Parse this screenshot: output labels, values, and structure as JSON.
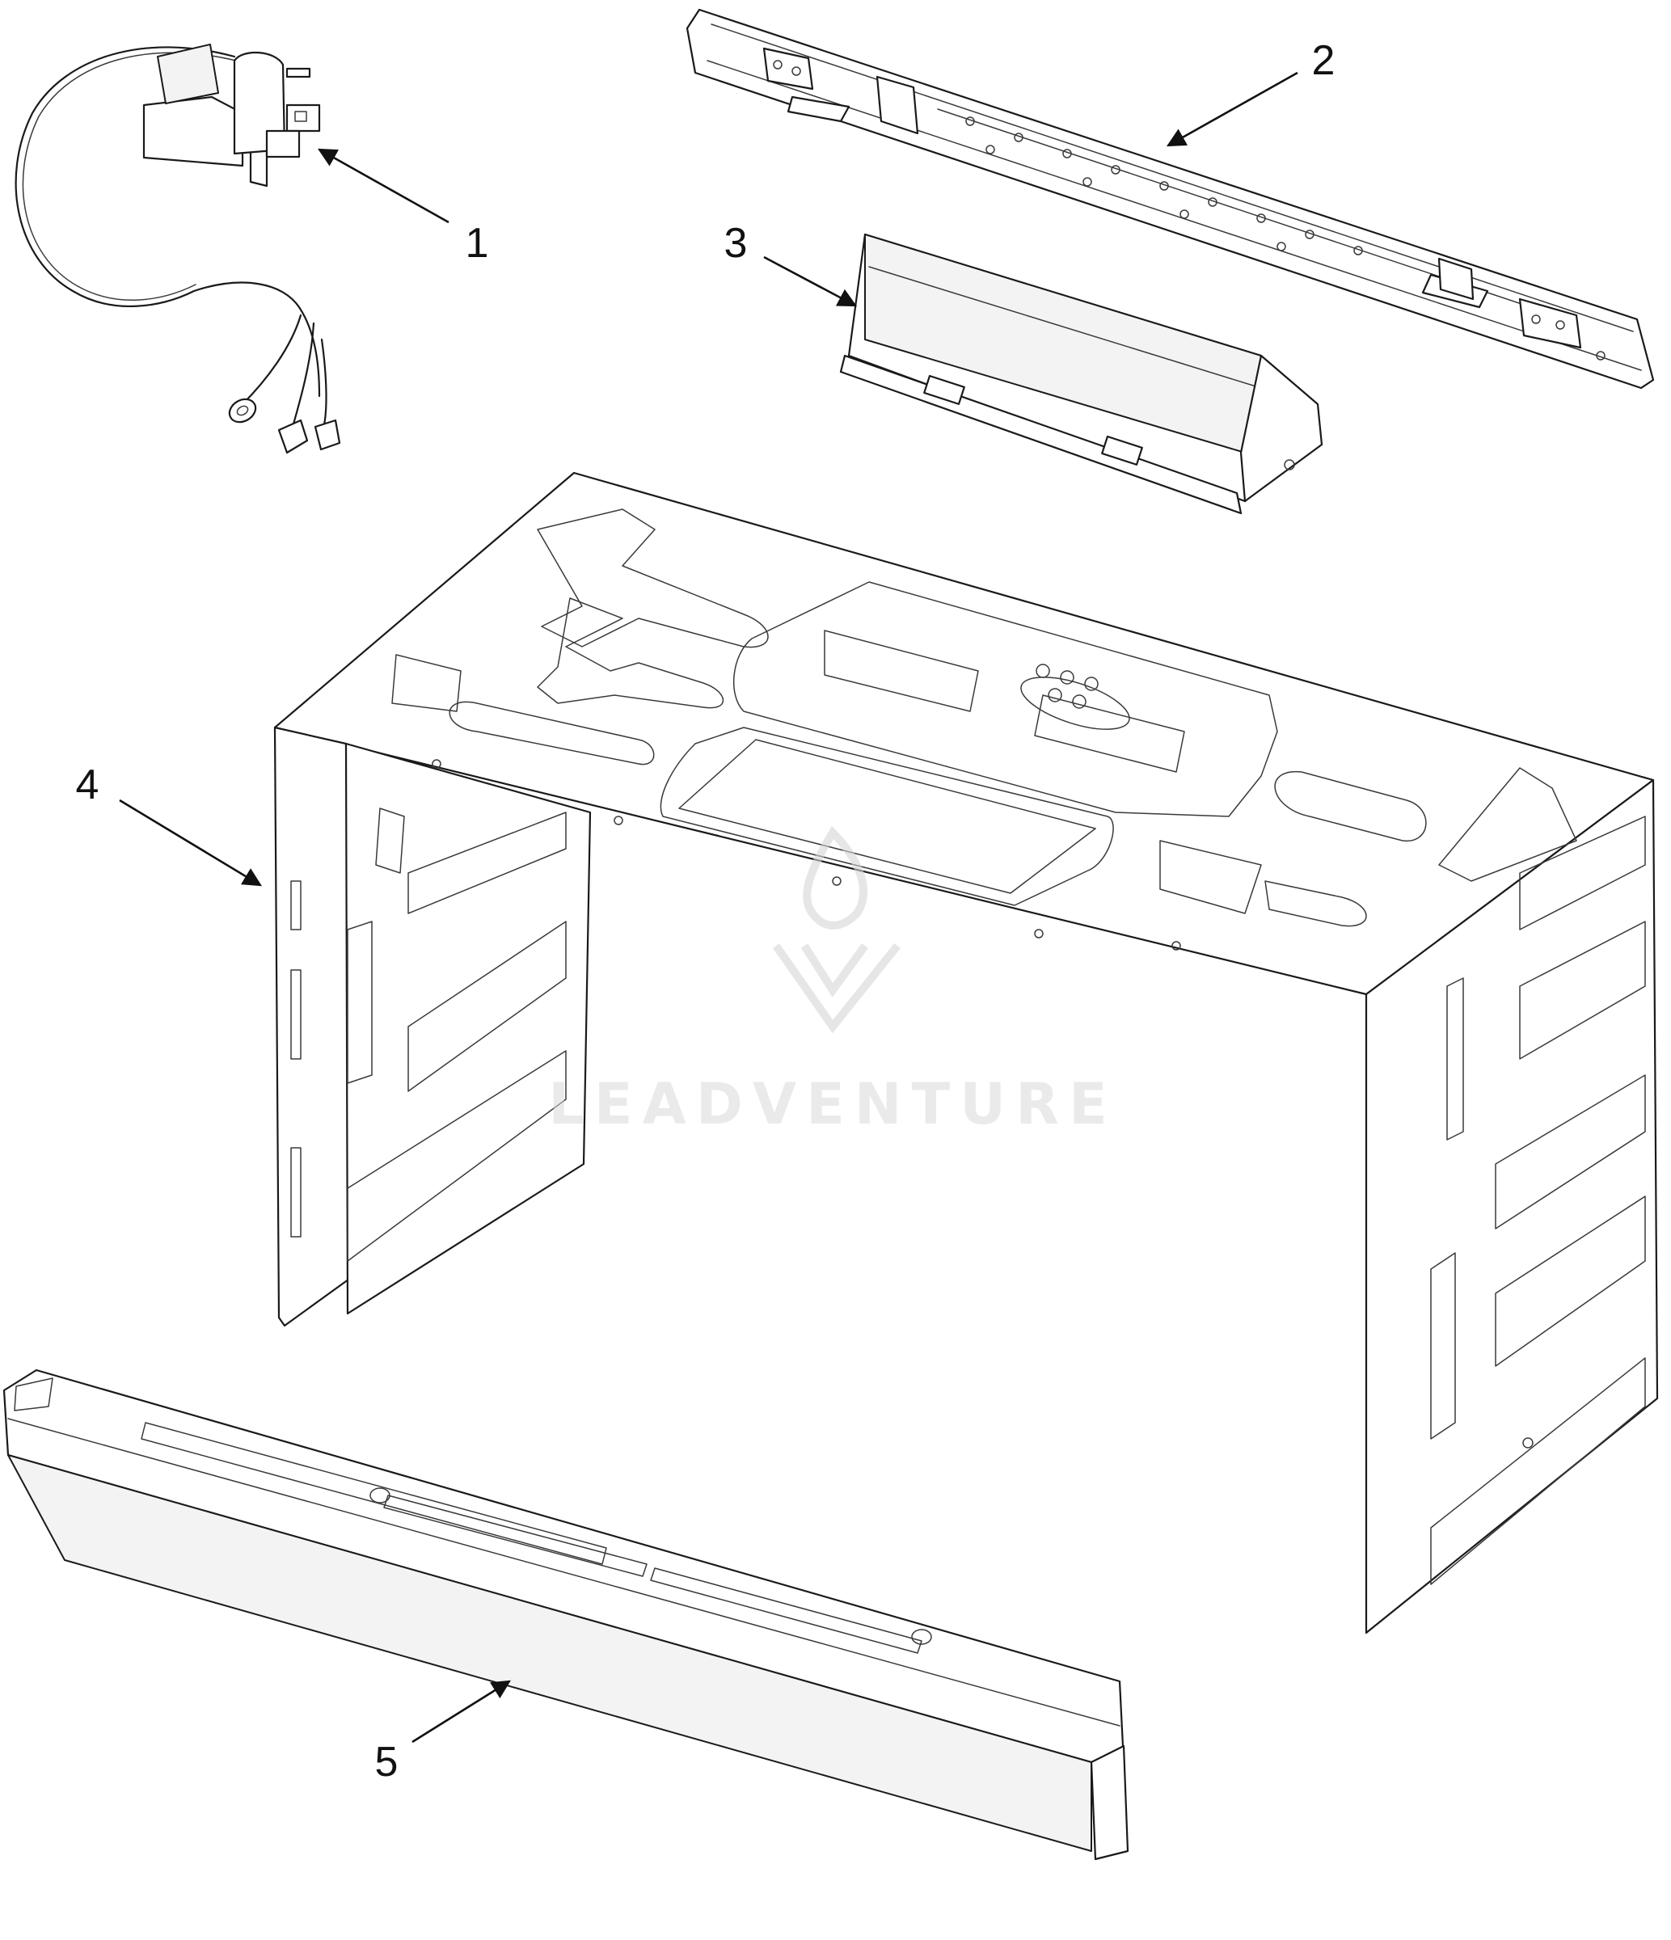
{
  "watermark": {
    "text": "LEADVENTURE"
  },
  "callouts": [
    {
      "id": "1",
      "label": "1"
    },
    {
      "id": "2",
      "label": "2"
    },
    {
      "id": "3",
      "label": "3"
    },
    {
      "id": "4",
      "label": "4"
    },
    {
      "id": "5",
      "label": "5"
    }
  ],
  "parts": [
    {
      "callout": "1",
      "icon": "power-cord-icon"
    },
    {
      "callout": "2",
      "icon": "upper-rail-bracket-icon"
    },
    {
      "callout": "3",
      "icon": "vent-duct-bracket-icon"
    },
    {
      "callout": "4",
      "icon": "outer-cabinet-wrapper-icon"
    },
    {
      "callout": "5",
      "icon": "lower-front-trim-icon"
    }
  ],
  "colors": {
    "line": "#1a1a1a",
    "background": "#ffffff",
    "watermark": "#d9d9d9"
  }
}
